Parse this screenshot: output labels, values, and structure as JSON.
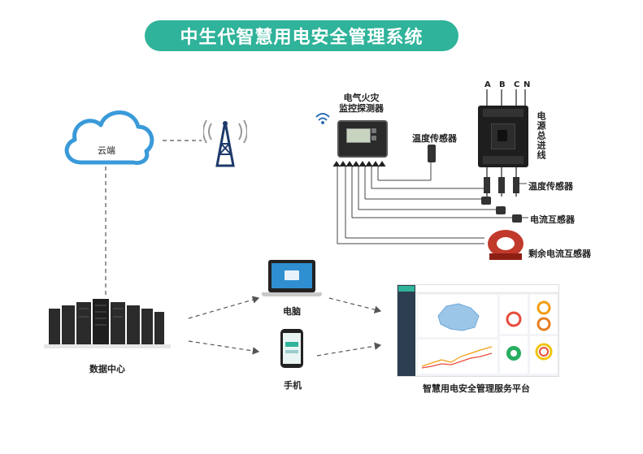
{
  "title": "中生代智慧用电安全管理系统",
  "nodes": {
    "cloud": "云端",
    "detector": "电气火灾\n监控探测器",
    "temp_sensor_top": "温度传感器",
    "power_main": "电源总进线",
    "temp_sensor_right": "温度传感器",
    "current_transformer": "电流互感器",
    "residual_transformer": "剩余电流互感器",
    "data_center": "数据中心",
    "computer": "电脑",
    "phone": "手机",
    "platform": "智慧用电安全管理服务平台"
  },
  "phases": [
    "A",
    "B",
    "C",
    "N"
  ],
  "colors": {
    "title_bg": "#2fb39a",
    "cloud_stroke": "#3a9ad9",
    "tower": "#1d3a6b",
    "residual_ring": "#c0392b"
  },
  "icons": [
    "cloud-icon",
    "signal-tower-icon",
    "wifi-icon",
    "detector-device",
    "circuit-breaker",
    "server-rack",
    "laptop",
    "smartphone",
    "dashboard"
  ]
}
